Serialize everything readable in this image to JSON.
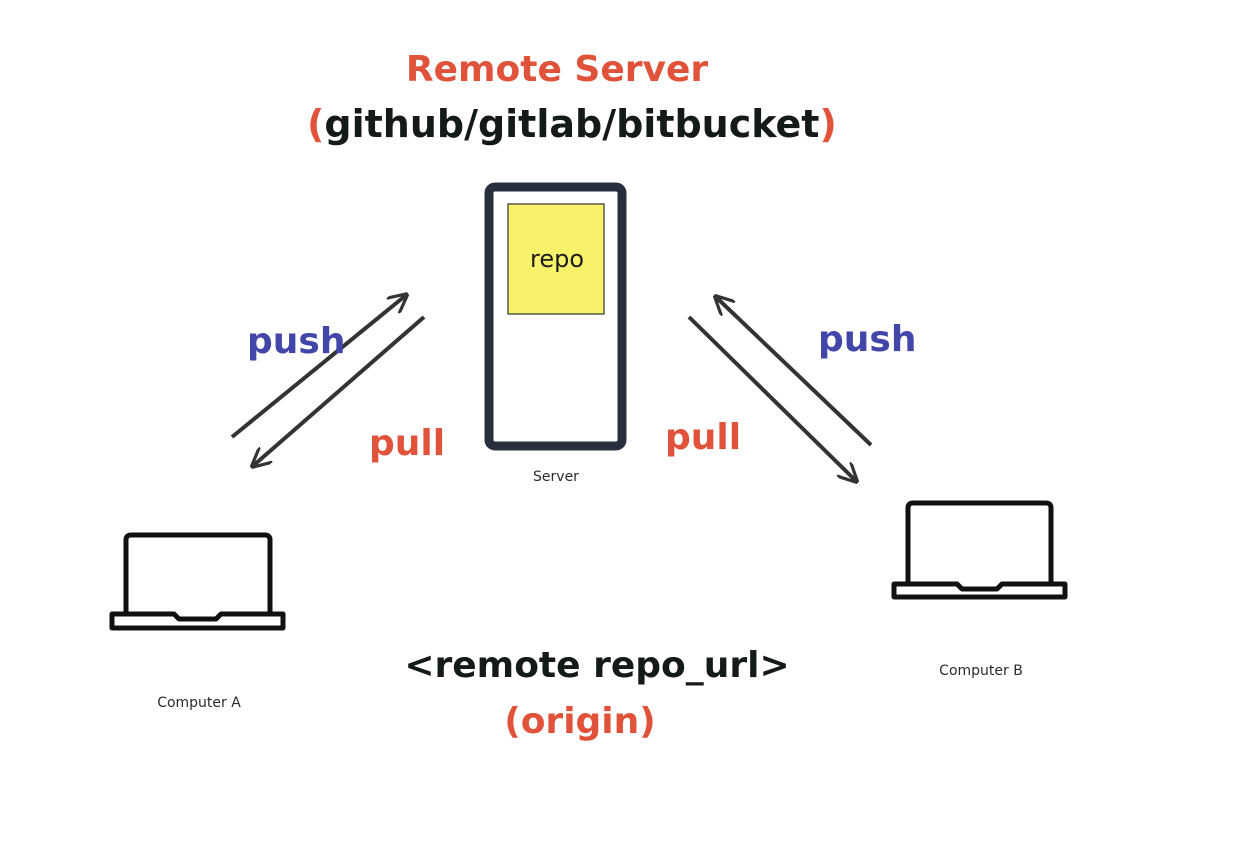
{
  "heading": {
    "title": "Remote Server",
    "subtitle_open_paren": "(",
    "subtitle_text": "github/gitlab/bitbucket",
    "subtitle_close_paren": ")"
  },
  "server": {
    "repo_label": "repo",
    "label": "Server"
  },
  "computer_a": {
    "label": "Computer A",
    "push_label": "push",
    "pull_label": "pull"
  },
  "computer_b": {
    "label": "Computer B",
    "push_label": "push",
    "pull_label": "pull"
  },
  "footer": {
    "remote_url": "<remote repo_url>",
    "origin": "(origin)"
  },
  "colors": {
    "accent_red": "#e0533a",
    "push_blue": "#4146a8",
    "text_dark": "#141a16",
    "server_frame": "#272f3c",
    "repo_fill": "#f7f26a",
    "arrow": "#333333"
  }
}
